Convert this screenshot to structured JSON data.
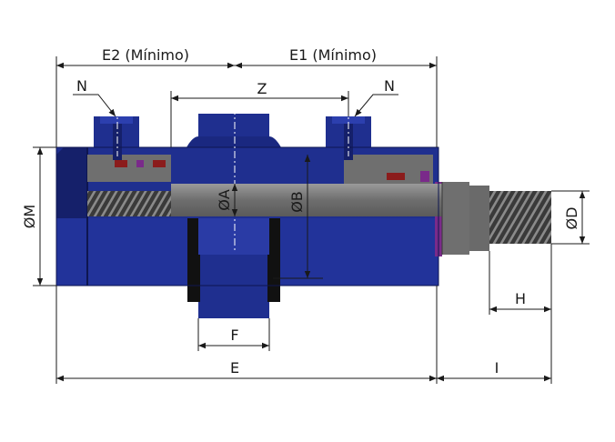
{
  "colors": {
    "body": "#1f2f8f",
    "body_dark": "#15206a",
    "body_light": "#2c3fae",
    "section": "#6f6f6f",
    "rod": "#7a7a7a",
    "rod_dark": "#4a4a4a",
    "seal_red": "#8b1c1c",
    "seal_purple": "#7a2a8a",
    "black": "#111111",
    "line": "#1a1a1a"
  },
  "icons": {
    "arrow": "dimension-arrow-icon",
    "diameter": "diameter-symbol"
  },
  "labels": {
    "e2": "E2 (Mínimo)",
    "e1": "E1 (Mínimo)",
    "n_left": "N",
    "n_right": "N",
    "z": "Z",
    "om": "ØM",
    "oa": "ØA",
    "ob": "ØB",
    "od": "ØD",
    "f": "F",
    "h": "H",
    "e": "E",
    "i": "I"
  }
}
